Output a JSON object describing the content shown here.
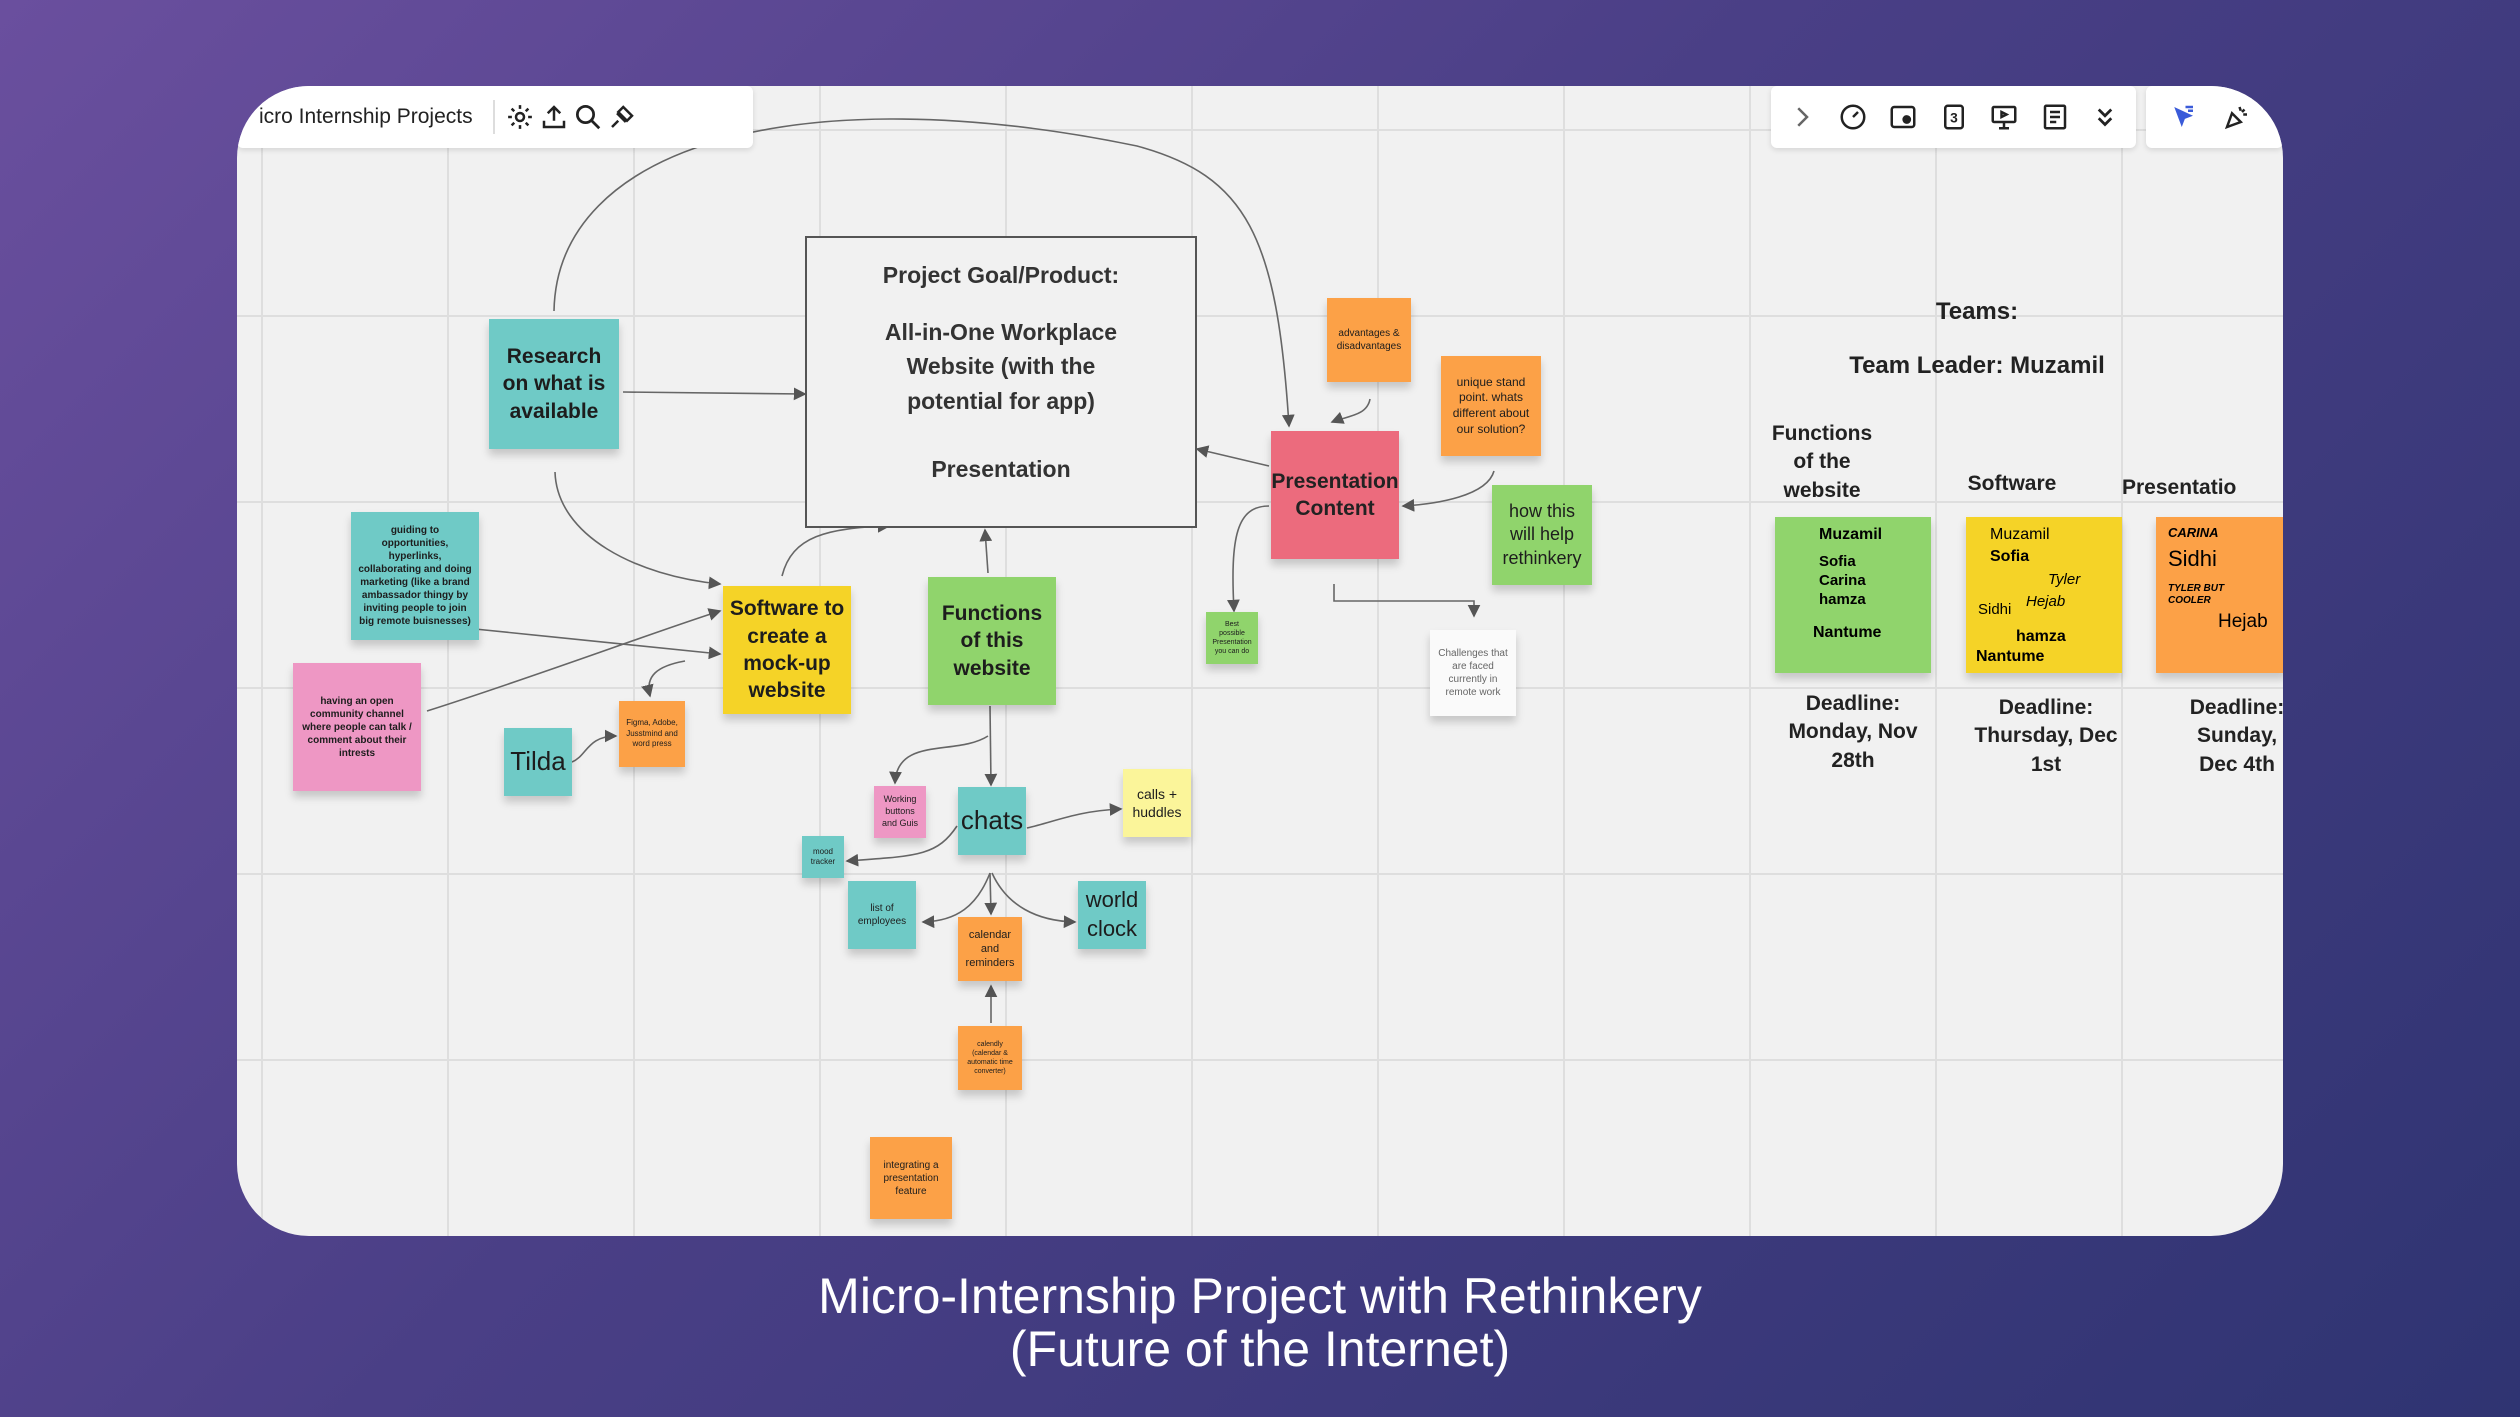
{
  "toolbar": {
    "board_title": "icro Internship Projects",
    "left_icons": [
      "gear-icon",
      "upload-icon",
      "search-icon",
      "plug-icon"
    ],
    "right_icons": [
      "chevron-right-icon",
      "timer-icon",
      "card-icon",
      "counter-icon",
      "presentation-icon",
      "notes-icon",
      "chevron-double-down-icon"
    ],
    "counter_label": "3",
    "tool_icons": [
      "select-arrow-icon",
      "reaction-icon"
    ],
    "accent": "#3a5bd9"
  },
  "goal": {
    "heading": "Project Goal/Product:",
    "body": "All-in-One Workplace\nWebsite (with the\npotential for app)",
    "footer": "Presentation"
  },
  "notes": {
    "research": "Research on what is available",
    "software_mockup": "Software to create a mock-up website",
    "functions": "Functions of this website",
    "presentation_content": "Presentation Content",
    "guiding": "guiding to opportunities, hyperlinks, collaborating and doing marketing (like a brand ambassador thingy by inviting people to join big remote buisnesses)",
    "community": "having an open community channel where people can talk / comment about their intrests",
    "tilda": "Tilda",
    "figma": "Figma, Adobe, Jusstmind and word press",
    "advantages": "advantages & disadvantages",
    "unique": "unique stand point. whats different about our solution?",
    "rethinkery": "how this will help rethinkery",
    "best_possible": "Best possible Presentation you can do",
    "challenges": "Challenges that are faced currently in remote work",
    "chats": "chats",
    "working_buttons": "Working buttons and Guis",
    "calls": "calls + huddles",
    "mood": "mood tracker",
    "employees": "list of employees",
    "calendar": "calendar and reminders",
    "world_clock": "world clock",
    "calendly": "calendly (calendar & automatic time converter)",
    "integrating": "integrating a presentation feature"
  },
  "teams": {
    "heading": "Teams:",
    "leader": "Team Leader: Muzamil",
    "columns": [
      {
        "title": "Functions of the website",
        "members": [
          "Muzamil",
          "Sofia",
          "Carina",
          "hamza",
          "Nantume"
        ],
        "deadline": "Deadline: Monday, Nov 28th",
        "color": "#90d46c"
      },
      {
        "title": "Software",
        "members": [
          "Muzamil",
          "Sofia",
          "Tyler",
          "Sidhi",
          "Hejab",
          "hamza",
          "Nantume"
        ],
        "deadline": "Deadline: Thursday, Dec 1st",
        "color": "#f5d327"
      },
      {
        "title": "Presentatio",
        "members": [
          "CARINA",
          "Sidhi",
          "TYLER BUT COOLER",
          "Hejab"
        ],
        "deadline": "Deadline: Sunday, Dec 4th",
        "color": "#fca147"
      }
    ]
  },
  "caption": {
    "line1": "Micro-Internship Project with Rethinkery",
    "line2": "(Future of the Internet)"
  }
}
